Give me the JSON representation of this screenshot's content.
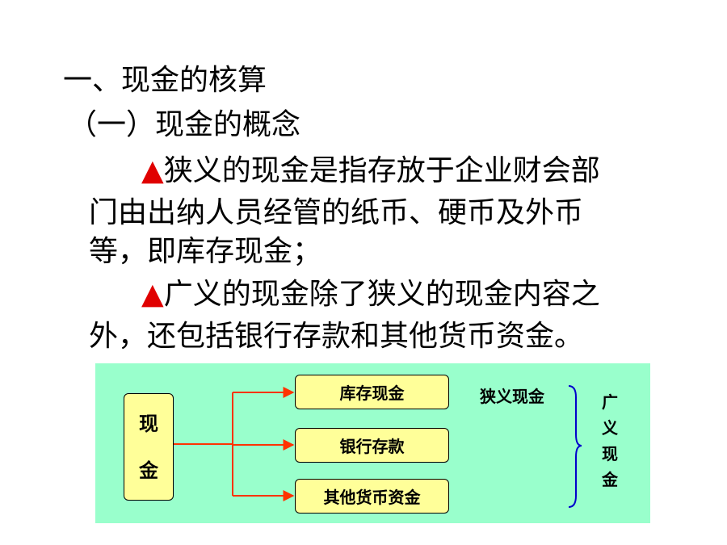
{
  "heading": "一、现金的核算",
  "subheading": "（一）现金的概念",
  "bullet_marker": "▲",
  "para1": {
    "line1": "狭义的现金是指存放于企业财会部",
    "line2": "门由出纳人员经管的纸币、硬币及外币",
    "line3": "等，即库存现金；"
  },
  "para2": {
    "line1": "广义的现金除了狭义的现金内容之",
    "line2": "外，还包括银行存款和其他货币资金。"
  },
  "diagram": {
    "source_char1": "现",
    "source_char2": "金",
    "targets": [
      "库存现金",
      "银行存款",
      "其他货币资金"
    ],
    "narrow_label": "狭义现金",
    "broad_label": "广义现金",
    "colors": {
      "background": "#99ffcc",
      "box_fill": "#ffff99",
      "arrow": "#ff3300",
      "brace": "#0000cc"
    }
  }
}
